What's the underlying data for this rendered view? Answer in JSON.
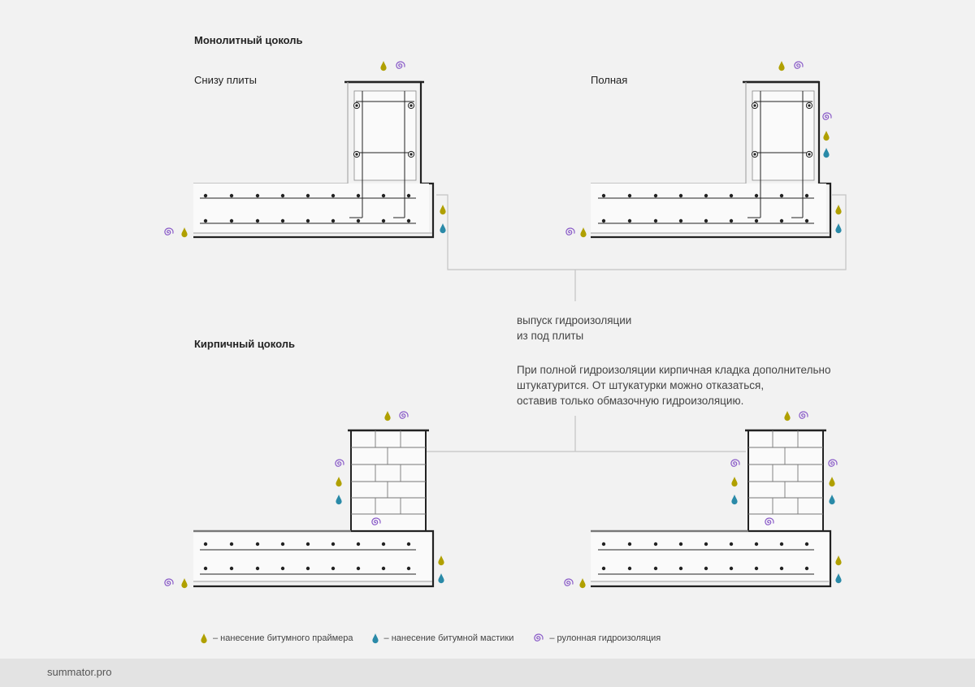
{
  "headings": {
    "monolithic": "Монолитный цоколь",
    "brick": "Кирпичный цоколь"
  },
  "variants": {
    "bottom": "Снизу плиты",
    "full": "Полная"
  },
  "notes": {
    "release_line1": "выпуск гидроизоляции",
    "release_line2": "из под плиты",
    "plaster_line1": "При полной гидроизоляции кирпичная кладка дополнительно",
    "plaster_line2": "штукатурится. От штукатурки можно отказаться,",
    "plaster_line3": "оставив только обмазочную гидроизоляцию."
  },
  "legend": {
    "primer": "– нанесение битумного праймера",
    "mastic": "– нанесение битумной мастики",
    "roll": "– рулонная гидроизоляция"
  },
  "footer": {
    "site": "summator.pro"
  },
  "icons": {
    "primer": "primer-drop-icon",
    "mastic": "mastic-drop-icon",
    "roll": "roll-spiral-icon"
  },
  "colors": {
    "primer": "#b0a000",
    "mastic": "#2a8aa8",
    "roll": "#8a5cc8",
    "line": "#222222",
    "connector": "#c4c4c4"
  }
}
